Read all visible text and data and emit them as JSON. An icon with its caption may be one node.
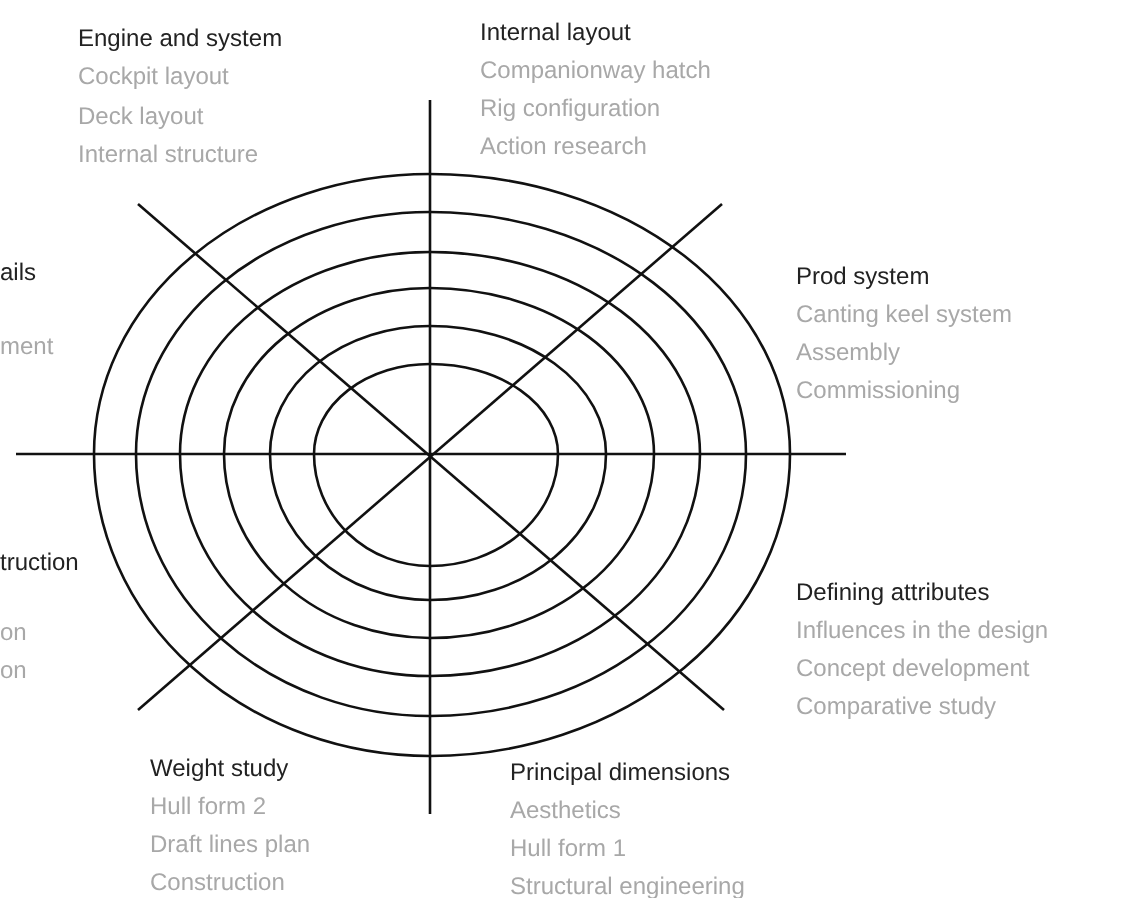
{
  "diagram": {
    "labels": [
      "Engine and system",
      "Cockpit layout",
      "Deck layout",
      "Internal structure",
      "Internal layout",
      "Companionway hatch",
      "Rig configuration",
      "Action research",
      "ails",
      "ment",
      "Prod system",
      "Canting keel system",
      "Assembly",
      "Commissioning",
      "truction",
      "on",
      "on",
      "Defining attributes",
      "Influences in the design",
      "Concept development",
      "Comparative study",
      "Weight study",
      "Hull form 2",
      "Draft lines plan",
      "Construction",
      "Principal dimensions",
      "Aesthetics",
      "Hull form 1",
      "Structural engineering"
    ]
  }
}
